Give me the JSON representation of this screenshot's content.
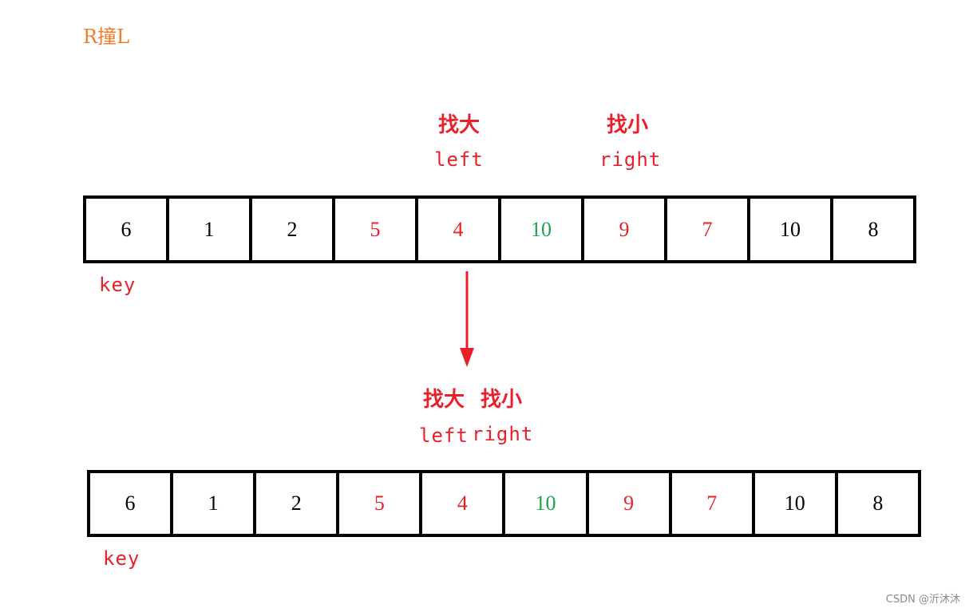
{
  "title": "R撞L",
  "colors": {
    "accent_red": "#e8202a",
    "accent_green": "#1aa64a",
    "title_orange": "#f07b2e"
  },
  "top": {
    "label_big": "找大",
    "label_small": "找小",
    "left": "left",
    "right": "right",
    "key": "key",
    "cells": [
      {
        "value": "6",
        "color": "#000000"
      },
      {
        "value": "1",
        "color": "#000000"
      },
      {
        "value": "2",
        "color": "#000000"
      },
      {
        "value": "5",
        "color": "#e8202a"
      },
      {
        "value": "4",
        "color": "#e8202a"
      },
      {
        "value": "10",
        "color": "#1aa64a"
      },
      {
        "value": "9",
        "color": "#e8202a"
      },
      {
        "value": "7",
        "color": "#e8202a"
      },
      {
        "value": "10",
        "color": "#000000"
      },
      {
        "value": "8",
        "color": "#000000"
      }
    ]
  },
  "bottom": {
    "label_big": "找大",
    "label_small": "找小",
    "left": "left",
    "right": "right",
    "key": "key",
    "cells": [
      {
        "value": "6",
        "color": "#000000"
      },
      {
        "value": "1",
        "color": "#000000"
      },
      {
        "value": "2",
        "color": "#000000"
      },
      {
        "value": "5",
        "color": "#e8202a"
      },
      {
        "value": "4",
        "color": "#e8202a"
      },
      {
        "value": "10",
        "color": "#1aa64a"
      },
      {
        "value": "9",
        "color": "#e8202a"
      },
      {
        "value": "7",
        "color": "#e8202a"
      },
      {
        "value": "10",
        "color": "#000000"
      },
      {
        "value": "8",
        "color": "#000000"
      }
    ]
  },
  "watermark": "CSDN @沂沐沐"
}
